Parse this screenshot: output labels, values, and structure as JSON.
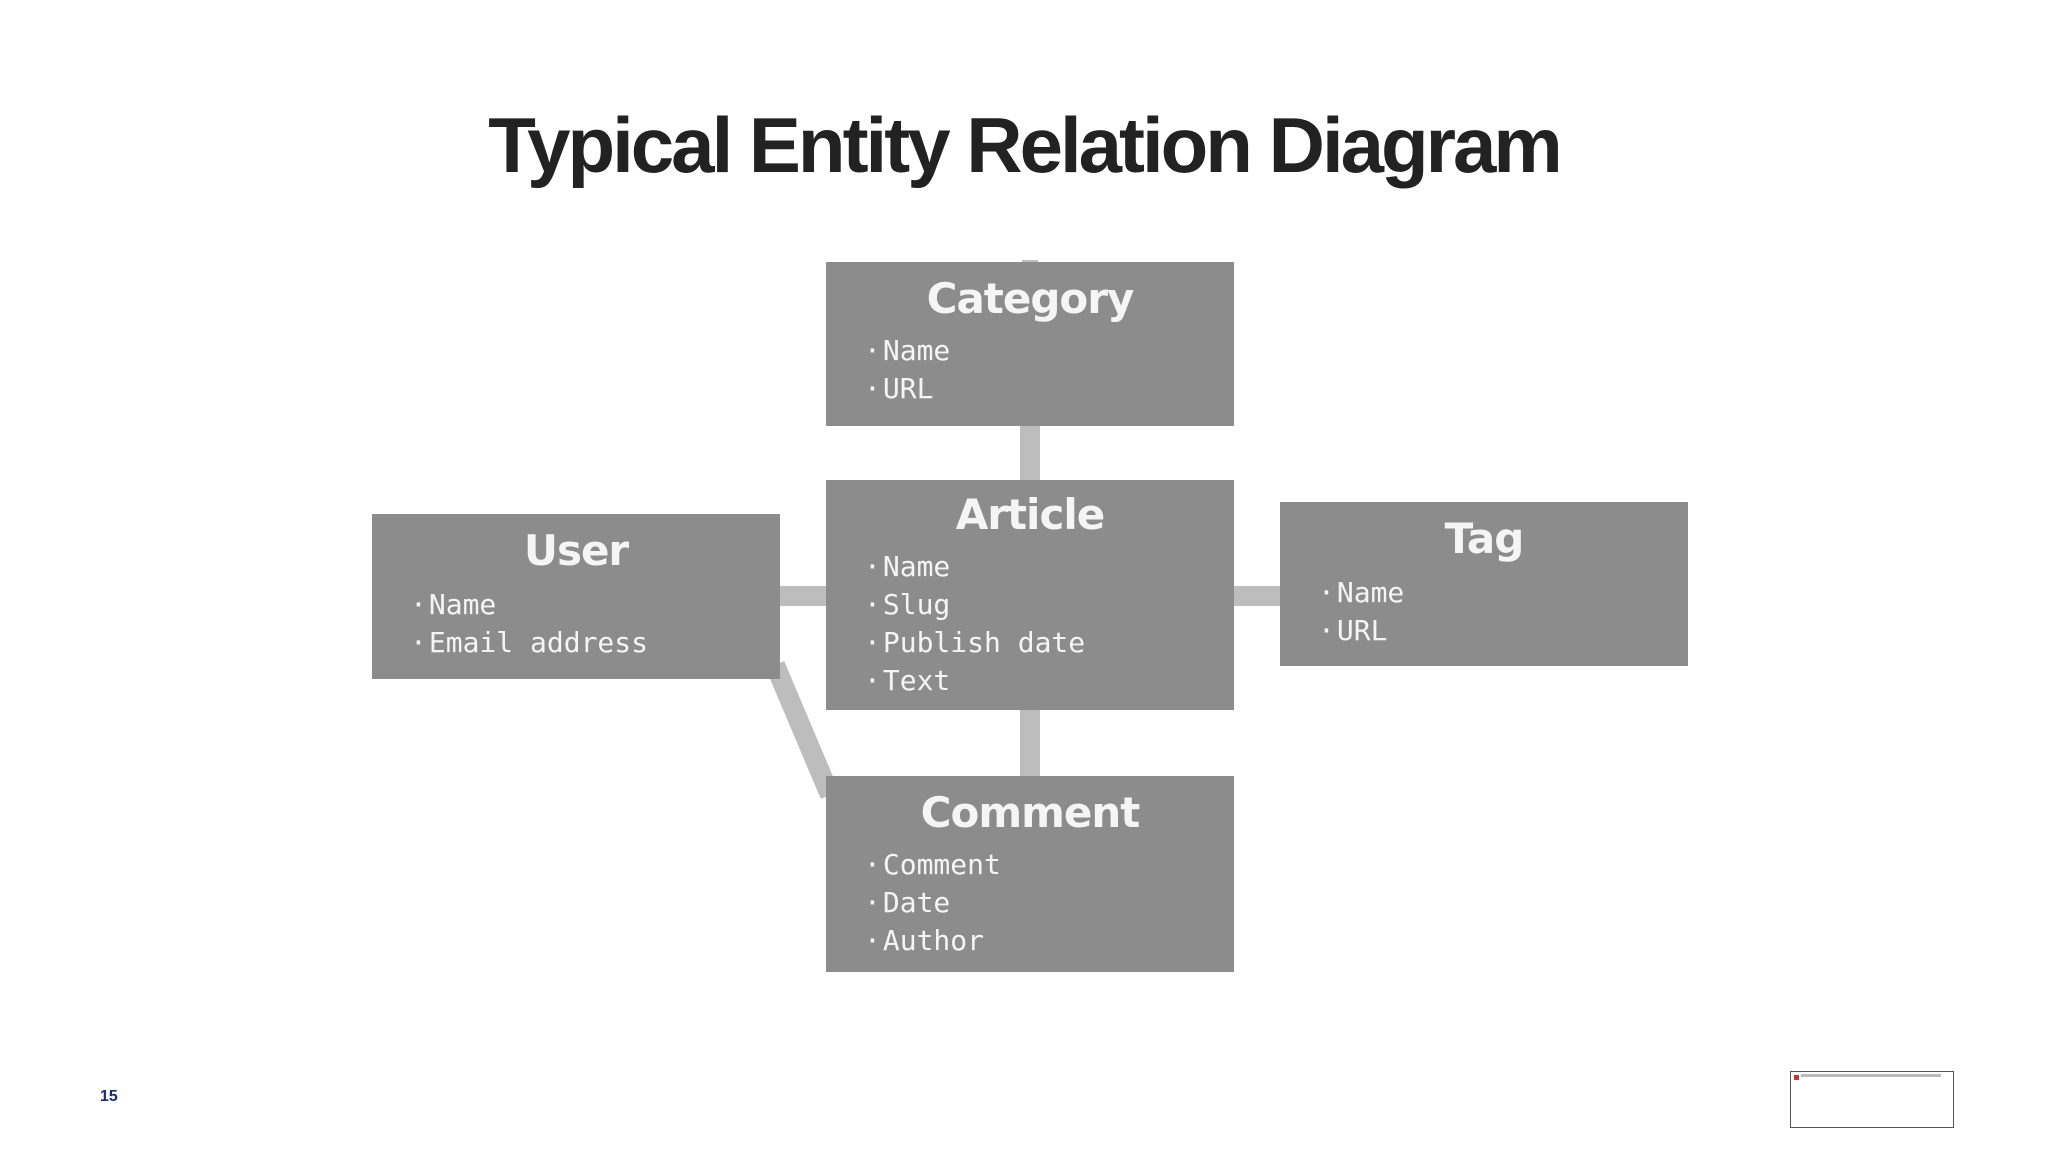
{
  "title": "Typical Entity Relation Diagram",
  "page_number": "15",
  "colors": {
    "entity_fill": "#8c8c8c",
    "entity_text": "#f5f5f5",
    "connector": "#bdbdbd",
    "title": "#222222",
    "page_number": "#1a2a6c"
  },
  "entities": {
    "category": {
      "name": "Category",
      "attributes": [
        "Name",
        "URL"
      ]
    },
    "article": {
      "name": "Article",
      "attributes": [
        "Name",
        "Slug",
        "Publish date",
        "Text"
      ]
    },
    "user": {
      "name": "User",
      "attributes": [
        "Name",
        "Email address"
      ]
    },
    "tag": {
      "name": "Tag",
      "attributes": [
        "Name",
        "URL"
      ]
    },
    "comment": {
      "name": "Comment",
      "attributes": [
        "Comment",
        "Date",
        "Author"
      ]
    }
  },
  "relations": [
    {
      "from": "Category",
      "to": "Article"
    },
    {
      "from": "User",
      "to": "Article"
    },
    {
      "from": "Article",
      "to": "Tag"
    },
    {
      "from": "Article",
      "to": "Comment"
    },
    {
      "from": "User",
      "to": "Comment"
    }
  ]
}
